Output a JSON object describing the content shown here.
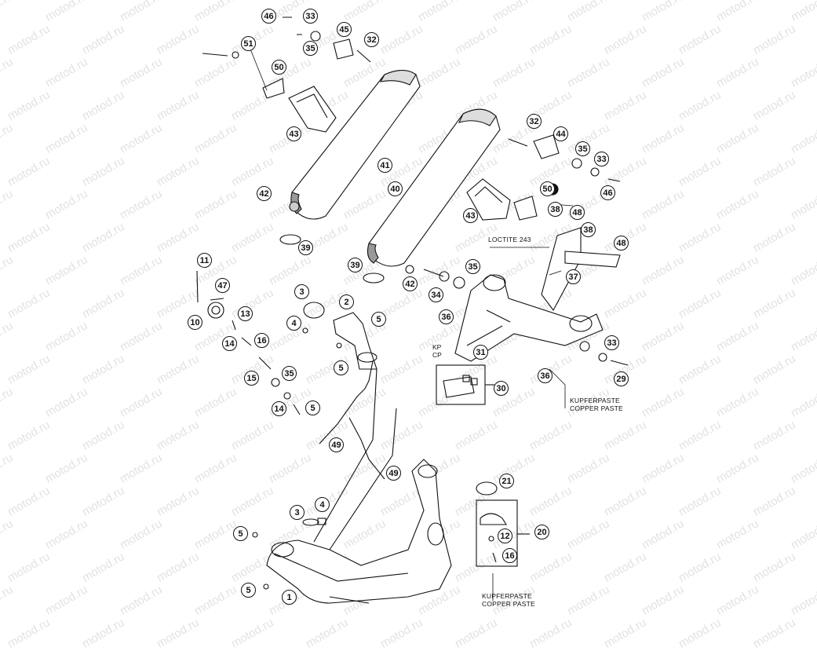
{
  "watermark": "motod.ru",
  "notes": {
    "loctite": "LOCTITE 243",
    "copper_de_1": "KUPFERPASTE",
    "copper_en_1": "COPPER PASTE",
    "copper_de_2": "KUPFERPASTE",
    "copper_en_2": "COPPER PASTE",
    "kp": "KP",
    "cp": "CP"
  },
  "callouts": [
    "46",
    "33",
    "45",
    "32",
    "51",
    "35",
    "50",
    "43",
    "41",
    "40",
    "32",
    "44",
    "35",
    "33",
    "46",
    "50",
    "42",
    "43",
    "38",
    "48",
    "39",
    "38",
    "48",
    "39",
    "35",
    "42",
    "37",
    "11",
    "47",
    "3",
    "2",
    "4",
    "5",
    "10",
    "13",
    "34",
    "36",
    "14",
    "16",
    "5",
    "31",
    "15",
    "35",
    "14",
    "5",
    "30",
    "33",
    "36",
    "29",
    "49",
    "49",
    "21",
    "3",
    "4",
    "20",
    "5",
    "12",
    "16",
    "5",
    "1"
  ]
}
